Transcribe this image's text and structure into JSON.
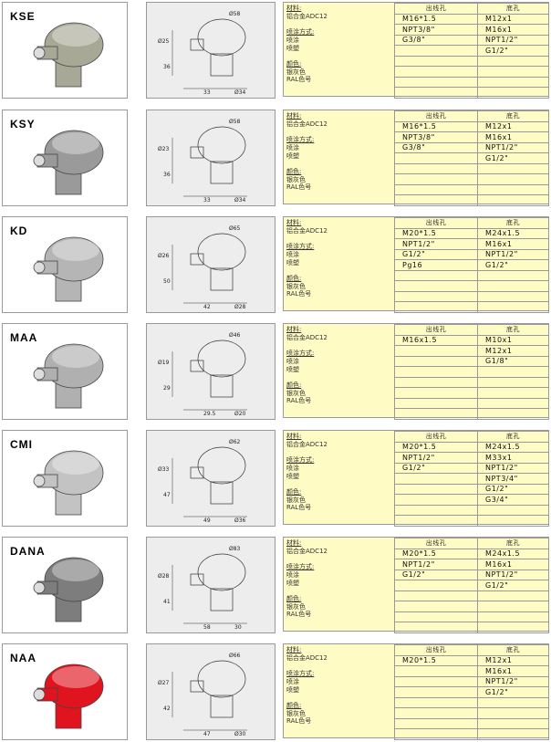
{
  "headers": {
    "out": "出线孔",
    "bottom": "底孔"
  },
  "material": {
    "title": "材料:",
    "alloy": "铝合金ADC12",
    "coat_title": "喷涂方式:",
    "coat1": "喷涂",
    "coat2": "喷塑",
    "color_title": "颜色:",
    "color1": "银灰色",
    "color2": "RAL色号"
  },
  "products": [
    {
      "model": "KSE",
      "out": [
        "M16*1.5",
        "NPT3/8\"",
        "G3/8\"",
        "",
        "",
        "",
        "",
        ""
      ],
      "bottom": [
        "M12x1",
        "M16x1",
        "NPT1/2\"",
        "G1/2\"",
        "",
        "",
        "",
        ""
      ],
      "dims": [
        "Ø58",
        "Ø25",
        "36",
        "33",
        "Ø34"
      ]
    },
    {
      "model": "KSY",
      "out": [
        "M16*1.5",
        "NPT3/8\"",
        "G3/8\"",
        "",
        "",
        "",
        "",
        ""
      ],
      "bottom": [
        "M12x1",
        "M16x1",
        "NPT1/2\"",
        "G1/2\"",
        "",
        "",
        "",
        ""
      ],
      "dims": [
        "Ø58",
        "Ø23",
        "36",
        "33",
        "Ø34"
      ]
    },
    {
      "model": "KD",
      "out": [
        "M20*1.5",
        "NPT1/2\"",
        "G1/2\"",
        "Pg16",
        "",
        "",
        "",
        ""
      ],
      "bottom": [
        "M24x1.5",
        "M16x1",
        "NPT1/2\"",
        "G1/2\"",
        "",
        "",
        "",
        ""
      ],
      "dims": [
        "Ø65",
        "Ø26",
        "50",
        "42",
        "Ø28"
      ]
    },
    {
      "model": "MAA",
      "out": [
        "M16x1.5",
        "",
        "",
        "",
        "",
        "",
        "",
        ""
      ],
      "bottom": [
        "M10x1",
        "M12x1",
        "G1/8\"",
        "",
        "",
        "",
        "",
        ""
      ],
      "dims": [
        "Ø46",
        "Ø19",
        "29",
        "29.5",
        "Ø20"
      ]
    },
    {
      "model": "CMI",
      "out": [
        "M20*1.5",
        "NPT1/2\"",
        "G1/2\"",
        "",
        "",
        "",
        "",
        ""
      ],
      "bottom": [
        "M24x1.5",
        "M33x1",
        "NPT1/2\"",
        "NPT3/4\"",
        "G1/2\"",
        "G3/4\"",
        "",
        ""
      ],
      "dims": [
        "Ø62",
        "Ø33",
        "47",
        "49",
        "Ø36"
      ]
    },
    {
      "model": "DANA",
      "out": [
        "M20*1.5",
        "NPT1/2\"",
        "G1/2\"",
        "",
        "",
        "",
        "",
        ""
      ],
      "bottom": [
        "M24x1.5",
        "M16x1",
        "NPT1/2\"",
        "G1/2\"",
        "",
        "",
        "",
        ""
      ],
      "dims": [
        "Ø83",
        "Ø28",
        "41",
        "58",
        "30"
      ]
    },
    {
      "model": "NAA",
      "out": [
        "M20*1.5",
        "",
        "",
        "",
        "",
        "",
        "",
        ""
      ],
      "bottom": [
        "M12x1",
        "M16x1",
        "NPT1/2\"",
        "G1/2\"",
        "",
        "",
        "",
        ""
      ],
      "dims": [
        "Ø66",
        "Ø27",
        "42",
        "47",
        "Ø30"
      ]
    }
  ],
  "colors": {
    "kse": "#a8a896",
    "ksy": "#9a9a9a",
    "kd": "#b5b5b5",
    "maa": "#b0b0b0",
    "cmi": "#c3c3c3",
    "dana": "#7d7d7d",
    "naa": "#e0141e"
  }
}
